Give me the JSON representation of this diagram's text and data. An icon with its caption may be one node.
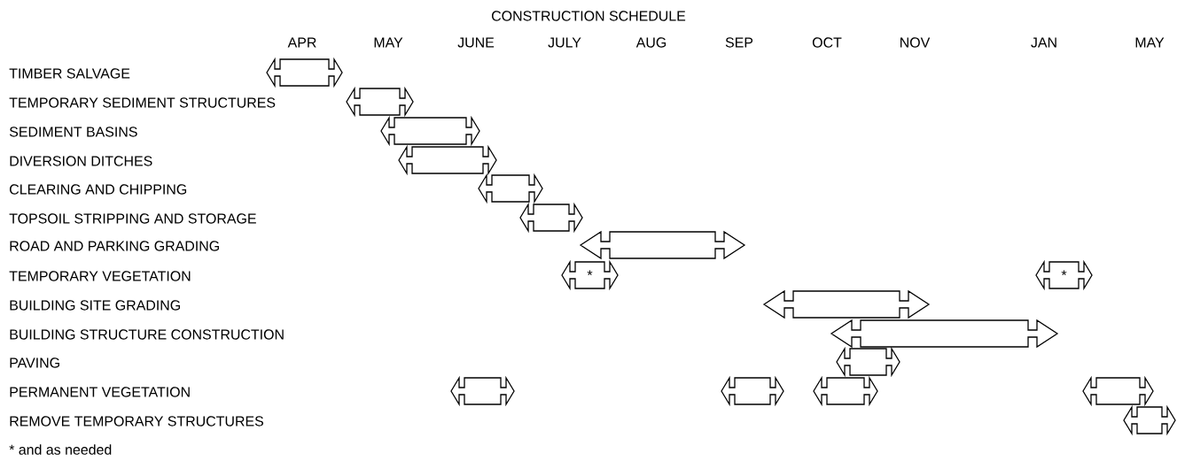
{
  "diagram": {
    "title": "CONSTRUCTION SCHEDULE",
    "caption": "* and as needed",
    "nodes": [
      {
        "text": [],
        "shape": "arrow"
      },
      {
        "text": [],
        "shape": "arrow"
      },
      {
        "text": [],
        "shape": "arrow"
      },
      {
        "text": [],
        "shape": "arrow"
      },
      {
        "text": [],
        "shape": "arrow"
      },
      {
        "text": [],
        "shape": "arrow"
      },
      {
        "text": [],
        "shape": "arrow"
      },
      {
        "text": [
          "*"
        ]
      },
      {
        "text": [
          "*"
        ]
      },
      {
        "text": [],
        "shape": "arrow"
      },
      {
        "text": [],
        "shape": "arrow"
      },
      {
        "text": [],
        "shape": "arrow"
      },
      {
        "text": [],
        "shape": "arrow"
      },
      {
        "text": [],
        "shape": "arrow"
      },
      {
        "text": [],
        "shape": "arrow"
      },
      {
        "text": [],
        "shape": "arrow"
      },
      {
        "text": [],
        "shape": "arrow"
      }
    ],
    "labels": [
      "APR",
      "MAY",
      "JUNE",
      "JULY",
      "AUG",
      "SEP",
      "OCT",
      "NOV",
      "JAN",
      "MAY",
      "TIMBER SALVAGE",
      "TEMPORARY SEDIMENT STRUCTURES",
      "SEDIMENT BASINS",
      "DIVERSION DITCHES",
      "CLEARING AND CHIPPING",
      "TOPSOIL STRIPPING AND STORAGE",
      "ROAD AND PARKING GRADING",
      "TEMPORARY VEGETATION",
      "BUILDING SITE GRADING",
      "BUILDING STRUCTURE CONSTRUCTION",
      "PAVING",
      "PERMANENT VEGETATION",
      "REMOVE TEMPORARY STRUCTURES"
    ]
  }
}
